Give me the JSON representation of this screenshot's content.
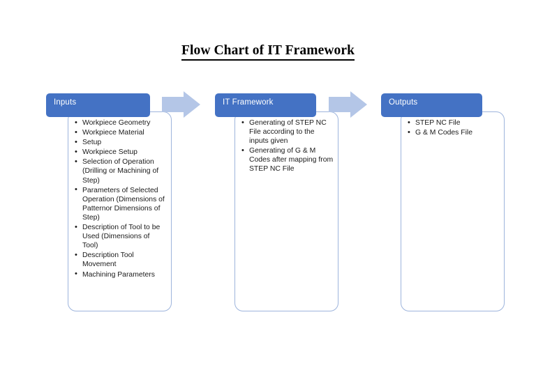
{
  "page": {
    "title": "Flow Chart of IT Framework",
    "background_color": "#ffffff"
  },
  "colors": {
    "header_blue": "#4472c4",
    "header_text": "#ffffff",
    "body_border": "#9db4dc",
    "arrow_fill": "#b4c6e7",
    "body_text": "#1a1a1a"
  },
  "flow": {
    "columns": [
      {
        "id": "inputs",
        "header": "Inputs",
        "items": [
          "Workpiece Geometry",
          "Workpiece Material",
          "Setup",
          "Workpiece Setup",
          "Selection of Operation (Drilling or Machining of Step)",
          "Parameters of Selected Operation (Dimensions of Patternor Dimensions of Step)",
          "Description of Tool to be Used (Dimensions of Tool)",
          "Description Tool Movement",
          "Machining Parameters"
        ]
      },
      {
        "id": "it-framework",
        "header": "IT Framework",
        "items": [
          "Generating of STEP NC File according  to the inputs given",
          "Generating of G & M Codes after mapping from STEP NC File"
        ]
      },
      {
        "id": "outputs",
        "header": "Outputs",
        "items": [
          "STEP NC File",
          "G & M Codes File"
        ]
      }
    ],
    "connectors": [
      {
        "id": "arrow-inputs-to-framework",
        "direction": "right"
      },
      {
        "id": "arrow-framework-to-outputs",
        "direction": "right"
      }
    ]
  }
}
